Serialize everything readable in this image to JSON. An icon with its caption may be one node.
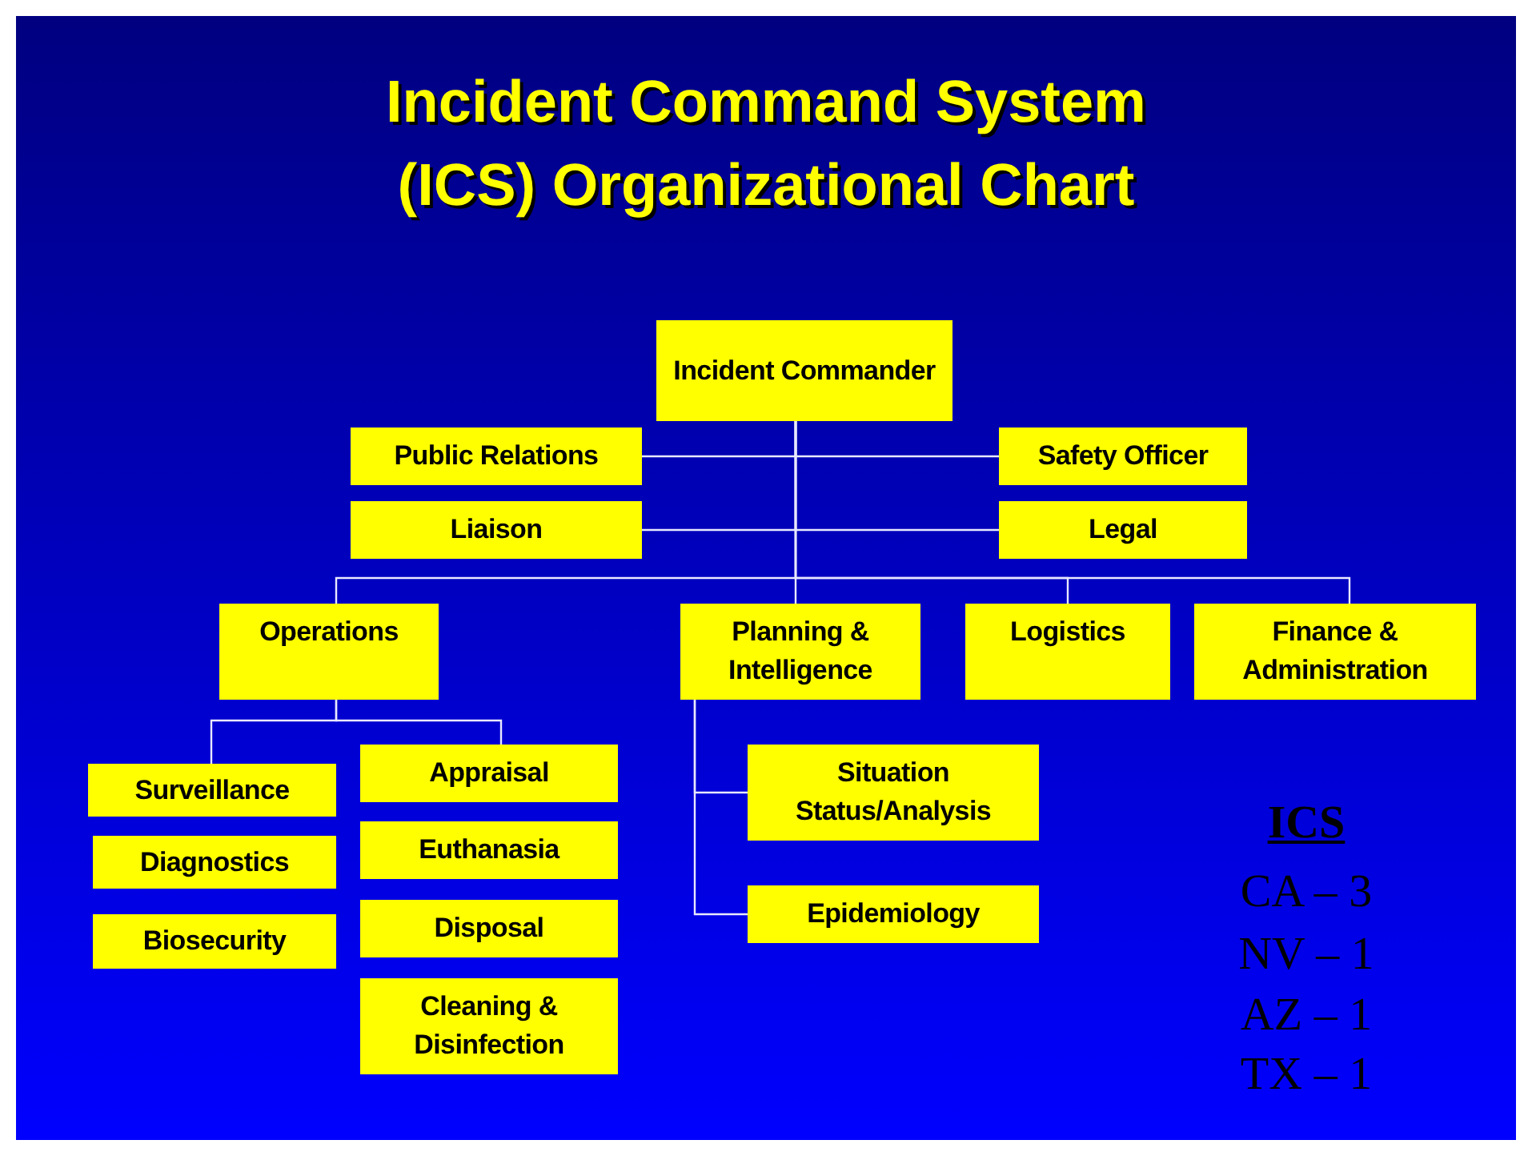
{
  "diagram": {
    "title": "Incident Command System (ICS) Organizational Chart",
    "nodes": [
      {
        "text": [
          "Incident Commander"
        ]
      },
      {
        "text": [
          "Public Relations"
        ]
      },
      {
        "text": [
          "Safety Officer"
        ]
      },
      {
        "text": [
          "Liaison"
        ]
      },
      {
        "text": [
          "Legal"
        ]
      },
      {
        "text": [
          "Operations"
        ]
      },
      {
        "text": [
          "Planning & Intelligence"
        ]
      },
      {
        "text": [
          "Logistics"
        ]
      },
      {
        "text": [
          "Finance & Administration"
        ]
      },
      {
        "text": [
          "Surveillance"
        ]
      },
      {
        "text": [
          "Appraisal"
        ]
      },
      {
        "text": [
          "Diagnostics"
        ]
      },
      {
        "text": [
          "Euthanasia"
        ]
      },
      {
        "text": [
          "Biosecurity"
        ]
      },
      {
        "text": [
          "Disposal"
        ]
      },
      {
        "text": [
          "Cleaning & Disinfection"
        ]
      },
      {
        "text": [
          "Situation Status/Analysis"
        ]
      },
      {
        "text": [
          "Epidemiology"
        ]
      }
    ],
    "edges": [
      {
        "from": 0,
        "to": 1,
        "arrow": "none"
      },
      {
        "from": 0,
        "to": 2,
        "arrow": "none"
      },
      {
        "from": 0,
        "to": 3,
        "arrow": "none"
      },
      {
        "from": 0,
        "to": 4,
        "arrow": "none"
      },
      {
        "from": 0,
        "to": 5,
        "arrow": "none"
      },
      {
        "from": 0,
        "to": 6,
        "arrow": "none"
      },
      {
        "from": 0,
        "to": 7,
        "arrow": "none"
      },
      {
        "from": 0,
        "to": 8,
        "arrow": "none"
      },
      {
        "from": 5,
        "to": 9,
        "arrow": "none"
      },
      {
        "from": 5,
        "to": 10,
        "arrow": "none"
      },
      {
        "from": 6,
        "to": 16,
        "arrow": "none"
      },
      {
        "from": 6,
        "to": 17,
        "arrow": "none"
      }
    ],
    "labels": [
      "ICS",
      "CA – 3",
      "NV – 1",
      "AZ – 1",
      "TX – 1"
    ]
  }
}
